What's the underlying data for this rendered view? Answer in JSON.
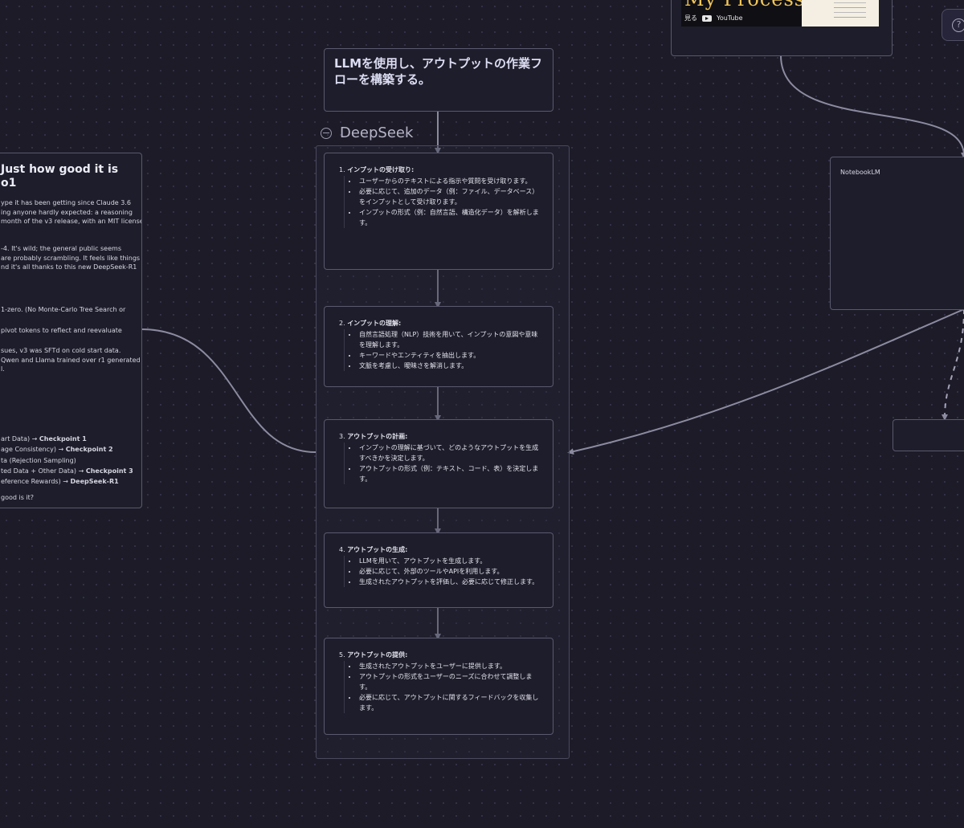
{
  "video": {
    "title": "My Process",
    "watch_label": "見る",
    "platform": "YouTube"
  },
  "help_icon_glyph": "?",
  "title_card": {
    "text": "LLMを使用し、アウトプットの作業フローを構築する。"
  },
  "group": {
    "title": "DeepSeek",
    "collapse_icon": "minus-circle-icon"
  },
  "steps": [
    {
      "head": "インプットの受け取り:",
      "items": [
        "ユーザーからのテキストによる指示や質問を受け取ります。",
        "必要に応じて、追加のデータ（例：ファイル、データベース）をインプットとして受け取ります。",
        "インプットの形式（例：自然言語、構造化データ）を解析します。"
      ]
    },
    {
      "head": "インプットの理解:",
      "items": [
        "自然言語処理（NLP）技術を用いて、インプットの意図や意味を理解します。",
        "キーワードやエンティティを抽出します。",
        "文脈を考慮し、曖昧さを解消します。"
      ]
    },
    {
      "head": "アウトプットの計画:",
      "items": [
        "インプットの理解に基づいて、どのようなアウトプットを生成すべきかを決定します。",
        "アウトプットの形式（例：テキスト、コード、表）を決定します。"
      ]
    },
    {
      "head": "アウトプットの生成:",
      "items": [
        "LLMを用いて、アウトプットを生成します。",
        "必要に応じて、外部のツールやAPIを利用します。",
        "生成されたアウトプットを評価し、必要に応じて修正します。"
      ]
    },
    {
      "head": "アウトプットの提供:",
      "items": [
        "生成されたアウトプットをユーザーに提供します。",
        "アウトプットの形式をユーザーのニーズに合わせて調整します。",
        "必要に応じて、アウトプットに関するフィードバックを収集します。"
      ]
    }
  ],
  "left_card": {
    "title_lines": [
      "Just how good it is",
      "o1"
    ],
    "para1": [
      "ype it has been getting since Claude 3.6",
      "ing anyone hardly expected: a reasoning",
      "month of the v3 release, with an MIT license"
    ],
    "para2": [
      "-4. It's wild; the general public seems",
      "are probably scrambling. It feels like things",
      "nd it's all thanks to this new DeepSeek-R1"
    ],
    "para3": [
      "1-zero. (No Monte-Carlo Tree Search or"
    ],
    "para4": [
      "pivot tokens to reflect and reevaluate"
    ],
    "para5": [
      "sues, v3 was SFTd on cold start data.",
      "Qwen and Llama trained over r1 generated",
      "l."
    ],
    "pipeline": [
      {
        "text": "art Data) → ",
        "bold": "Checkpoint 1"
      },
      {
        "text": "age Consistency) → ",
        "bold": "Checkpoint 2"
      },
      {
        "text": "ta (Rejection Sampling)",
        "bold": ""
      },
      {
        "text": "ted Data + Other Data) → ",
        "bold": "Checkpoint 3"
      },
      {
        "text": "eference Rewards) → ",
        "bold": "DeepSeek-R1"
      }
    ],
    "closing": "good is it?"
  },
  "notebook_card": {
    "label": "NotebookLM"
  }
}
